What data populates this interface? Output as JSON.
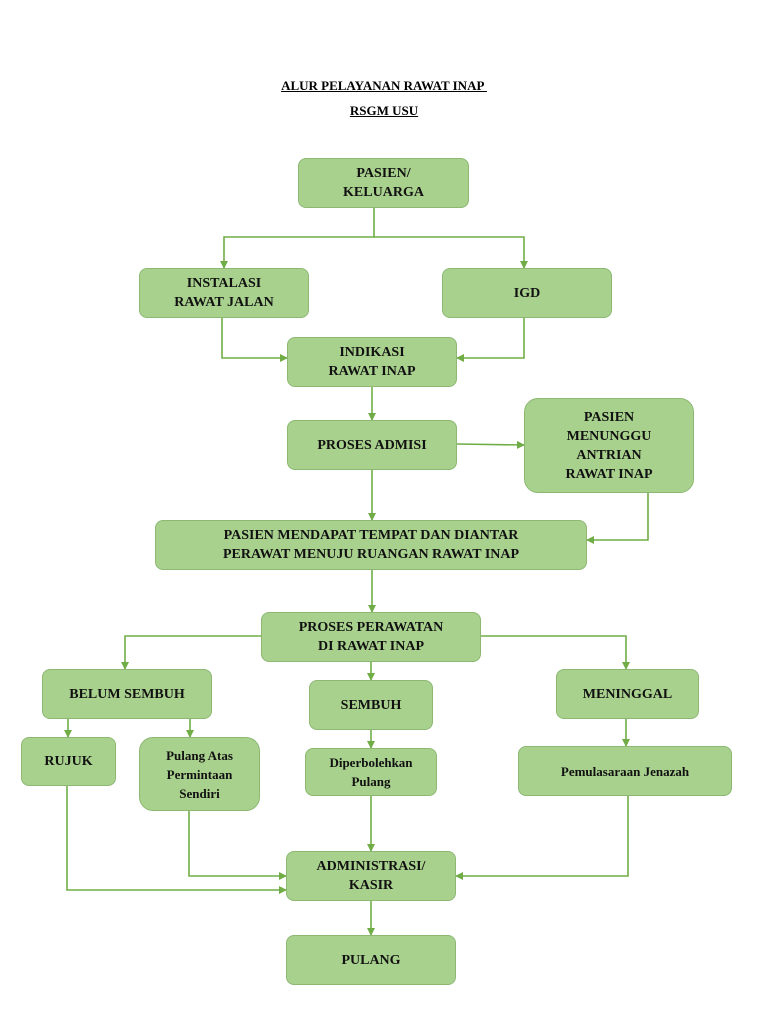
{
  "title": {
    "line1": "ALUR PELAYANAN RAWAT INAP ",
    "line2": "RSGM USU"
  },
  "colors": {
    "box_fill": "#a9d18e",
    "box_border": "#8cb872",
    "connector": "#70ad47"
  },
  "nodes": {
    "pasien_keluarga": "PASIEN/\nKELUARGA",
    "instalasi_rawat_jalan": "INSTALASI\nRAWAT JALAN",
    "igd": "IGD",
    "indikasi_rawat_inap": "INDIKASI\nRAWAT INAP",
    "proses_admisi": "PROSES ADMISI",
    "pasien_menunggu": "PASIEN\nMENUNGGU\nANTRIAN\nRAWAT INAP",
    "pasien_mendapat_tempat": "PASIEN MENDAPAT TEMPAT DAN DIANTAR\nPERAWAT MENUJU RUANGAN RAWAT INAP",
    "proses_perawatan": "PROSES PERAWATAN\nDI RAWAT INAP",
    "belum_sembuh": "BELUM SEMBUH",
    "sembuh": "SEMBUH",
    "meninggal": "MENINGGAL",
    "rujuk": "RUJUK",
    "pulang_atas_permintaan": "Pulang Atas\nPermintaan\nSendiri",
    "diperbolehkan_pulang": "Diperbolehkan\nPulang",
    "pemulasaraan_jenazah": "Pemulasaraan Jenazah",
    "administrasi_kasir": "ADMINISTRASI/\nKASIR",
    "pulang": "PULANG"
  }
}
